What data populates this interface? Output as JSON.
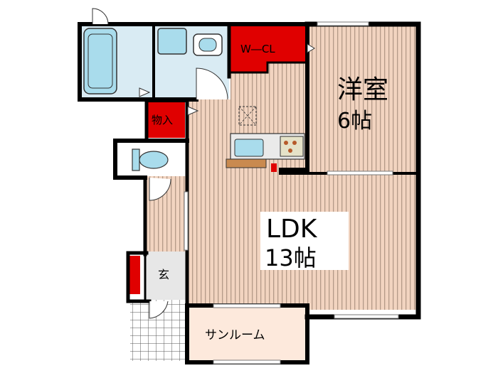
{
  "rooms": {
    "western_room": {
      "name": "洋室",
      "size": "6帖"
    },
    "ldk": {
      "name": "LDK",
      "size": "13帖"
    },
    "walk_in_closet": {
      "name": "W―CL"
    },
    "storage": {
      "name": "物入"
    },
    "entrance": {
      "name": "玄"
    },
    "sunroom": {
      "name": "サンルーム"
    }
  },
  "colors": {
    "wall": "#000000",
    "floor_wood": "#f2d4c0",
    "floor_stripe": "#b49a88",
    "closet_red": "#e00000",
    "wet_area": "#d9ebf3",
    "fixture_blue": "#a9dcec",
    "sunroom_floor": "#fde9dc",
    "tile_grey": "#e7e7e7",
    "stove": "#e5e2c8"
  },
  "icons": [
    "bathtub-icon",
    "washbasin-icon",
    "toilet-icon",
    "kitchen-sink-icon",
    "stove-icon",
    "door-swing-icon"
  ]
}
